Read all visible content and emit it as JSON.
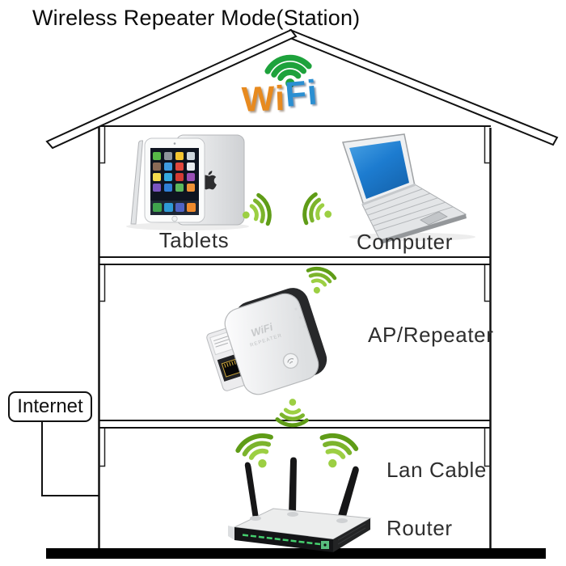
{
  "title": "Wireless Repeater Mode(Station)",
  "wifi_logo": {
    "wi": "Wi",
    "fi": "Fi"
  },
  "internet_box": {
    "label": "Internet"
  },
  "floor_top": {
    "tablets_label": "Tablets",
    "computer_label": "Computer"
  },
  "floor_middle": {
    "label": "AP/Repeater",
    "device_text_line1": "WiFi",
    "device_text_line2": "REPEATER"
  },
  "floor_bottom": {
    "lan_cable_label": "Lan Cable",
    "router_label": "Router"
  },
  "icons": {
    "wifi_signal": "wifi-signal-icon",
    "wifi_logo": "wifi-logo-icon"
  },
  "colors": {
    "logo_green": "#1ea23c",
    "logo_orange": "#e78a1f",
    "logo_blue": "#2b8fd2",
    "signal_light": "#9ccf43",
    "signal_mid": "#7cb42c",
    "signal_dark": "#5f9c17",
    "laptop_screen": "#1d7cd0",
    "router_led": "#45cf6e",
    "ink": "#111111"
  }
}
